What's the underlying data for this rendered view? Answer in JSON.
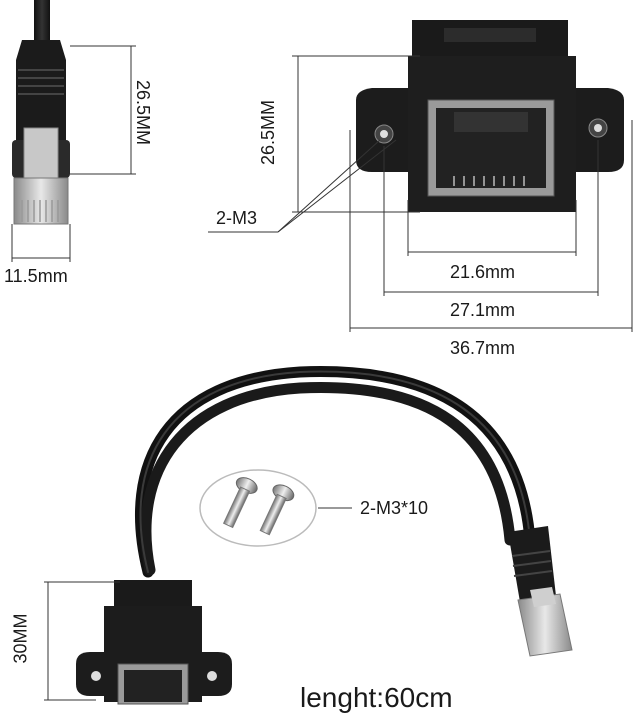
{
  "plug_height_label": "26.5MM",
  "plug_width_label": "11.5mm",
  "panel_height_label": "26.5MM",
  "mount_screws_label": "2-M3",
  "port_width_label": "21.6mm",
  "hole_spacing_label": "27.1mm",
  "panel_width_label": "36.7mm",
  "screws_label": "2-M3*10",
  "bottom_height_label": "30MM",
  "length_label": "lenght:60cm"
}
